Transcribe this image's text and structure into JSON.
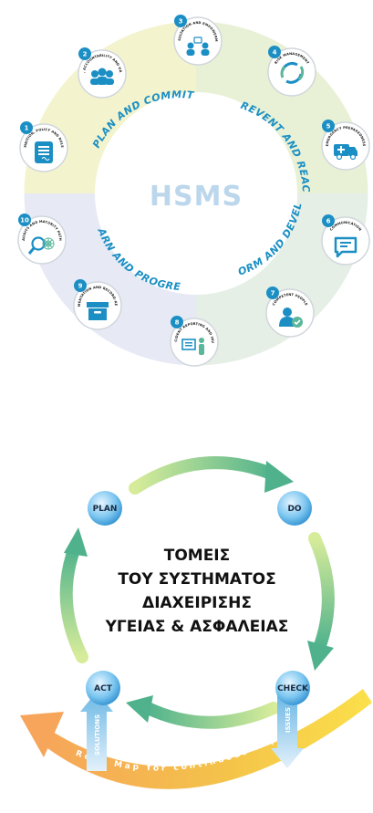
{
  "hsms": {
    "hub_label": "HSMS",
    "arcs": [
      "PLAN AND COMMIT",
      "PREVENT AND REACT",
      "INFORM AND DEVELOP",
      "LEARN AND PROGRESS"
    ],
    "nodes": [
      {
        "num": "1",
        "label": "AMBITION, POLICY AND RULES",
        "icon": "document-icon"
      },
      {
        "num": "2",
        "label": "LEADERSHIP, ACCOUNTABILITY AND ORGANISATION",
        "icon": "group-icon"
      },
      {
        "num": "3",
        "label": "CONSULTATION AND EMPOWERMENT",
        "icon": "people-chat-icon"
      },
      {
        "num": "4",
        "label": "RISK MANAGEMENT",
        "icon": "recycle-arrows-icon"
      },
      {
        "num": "5",
        "label": "EMERGENCY PREPAREDNESS",
        "icon": "ambulance-icon"
      },
      {
        "num": "6",
        "label": "COMMUNICATION",
        "icon": "speech-bubble-icon"
      },
      {
        "num": "7",
        "label": "COMPETENT PEOPLE",
        "icon": "person-check-icon"
      },
      {
        "num": "8",
        "label": "ACCIDENT-INCIDENT REPORTING AND INVESTIGATION",
        "icon": "presentation-icon"
      },
      {
        "num": "9",
        "label": "DOCUMENTATION AND RECORD-KEEPING",
        "icon": "archive-box-icon"
      },
      {
        "num": "10",
        "label": "AUDITS AND MATURITY PATH",
        "icon": "magnifier-web-icon"
      }
    ]
  },
  "pdca": {
    "title_lines": [
      "ΤΟΜΕΙΣ",
      "ΤΟΥ ΣΥΣΤΗΜΑΤΟΣ",
      "ΔΙΑΧΕΙΡΙΣΗΣ",
      "ΥΓΕΙΑΣ & ΑΣΦΑΛΕΙΑΣ"
    ],
    "plan": "PLAN",
    "do": "DO",
    "check": "CHECK",
    "act": "ACT",
    "solutions": "SOLUTIONS",
    "issues": "ISSUES",
    "road_map": "Road Map for continuous improvement"
  }
}
